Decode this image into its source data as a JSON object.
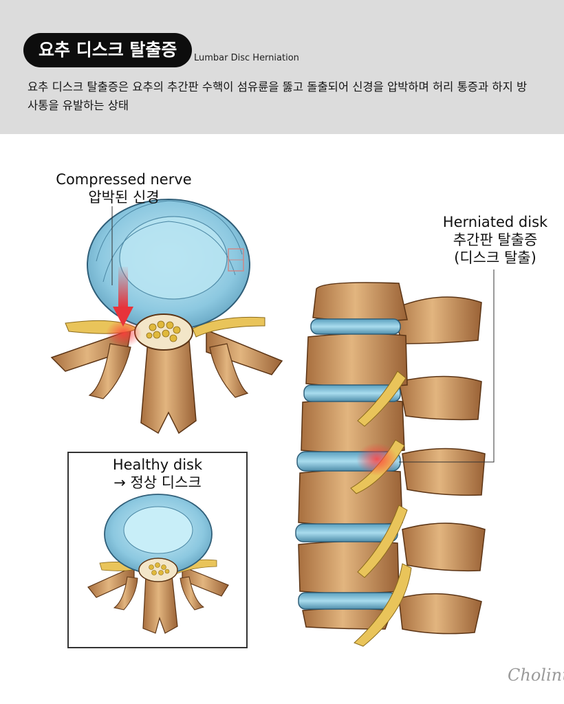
{
  "header": {
    "title_ko": "요추 디스크 탈출증",
    "title_en": "Lumbar Disc Herniation",
    "description": "요추 디스크 탈출증은 요추의 추간판 수핵이 섬유륜을 뚫고 돌출되어 신경을 압박하며 허리 통증과 하지 방사통을 유발하는 상태"
  },
  "labels": {
    "compressed_en": "Compressed nerve",
    "compressed_ko": "압박된 신경",
    "herniated_en": "Herniated disk",
    "herniated_ko": "추간판 탈출증",
    "herniated_ko2": "(디스크 탈출)",
    "healthy_en": "Healthy disk",
    "healthy_ko": "→ 정상 디스크"
  },
  "logo": "Cholinus",
  "colors": {
    "header_bg": "#dcdcdc",
    "pill_bg": "#0d0d0d",
    "disc_blue": "#8cc8e0",
    "bone": "#c9935e",
    "nerve": "#e9c45a",
    "arrow_red": "#e8333a"
  },
  "icons": [
    "down-arrow-icon",
    "right-arrow-icon"
  ]
}
